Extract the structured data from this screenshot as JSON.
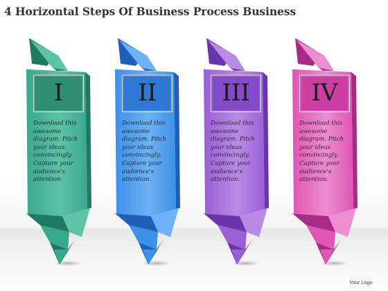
{
  "title": "4 Horizontal Steps Of Business Process Business",
  "steps": [
    {
      "numeral": "I",
      "text": "Download this\nawesome\ndiagram. Pitch\nyour ideas\nconvincingly.\nCapture your\naudience's\nattention.",
      "color": "#3aa88e",
      "light": "#5cc2a8",
      "dark": "#1e7a62",
      "panel": "#2f8d75"
    },
    {
      "numeral": "II",
      "text": "Download this\nawesome\ndiagram. Pitch\nyour ideas\nconvincingly.\nCapture your\naudience's\nattention.",
      "color": "#3d8fe8",
      "light": "#6cb2f5",
      "dark": "#1f5fb8",
      "panel": "#2e77d2"
    },
    {
      "numeral": "III",
      "text": "Download this\nawesome\ndiagram. Pitch\nyour ideas\nconvincingly.\nCapture your\naudience's\nattention.",
      "color": "#9a5fd6",
      "light": "#b98ae6",
      "dark": "#6a35a8",
      "panel": "#8349c7"
    },
    {
      "numeral": "IV",
      "text": "Download this\nawesome\ndiagram. Pitch\nyour ideas\nconvincingly.\nCapture your\naudience's\nattention.",
      "color": "#df56b4",
      "light": "#ee8cd0",
      "dark": "#a82a84",
      "panel": "#cc3fa2"
    }
  ],
  "footer": {
    "logo": "Your Logo"
  }
}
